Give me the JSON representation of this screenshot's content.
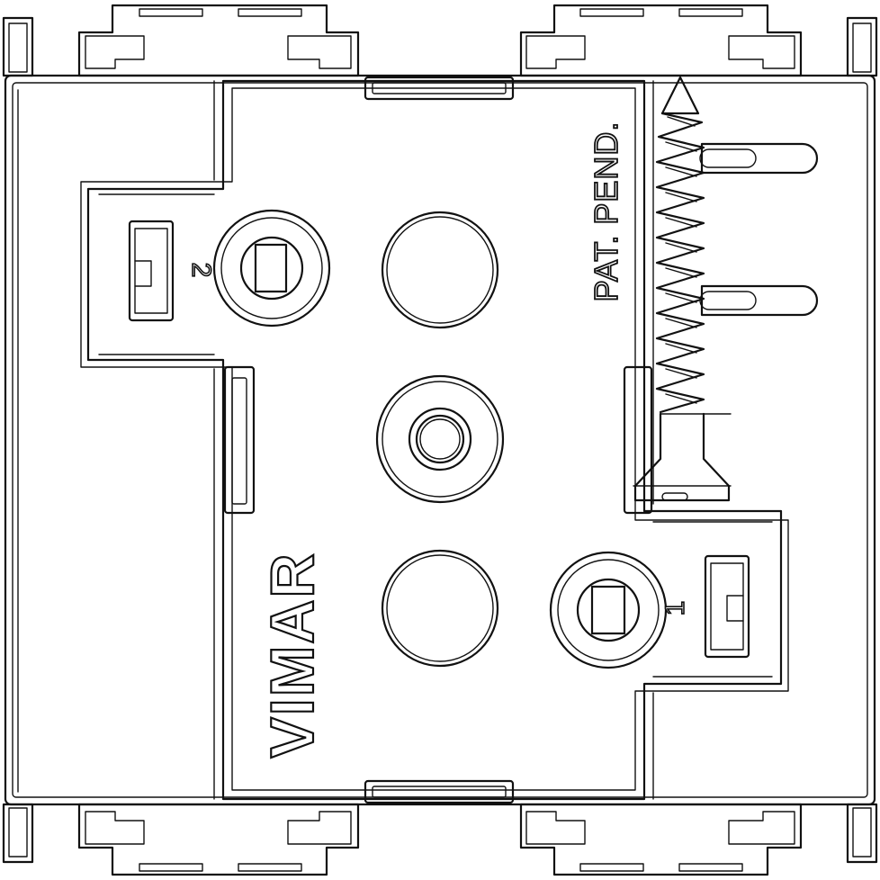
{
  "brand": "VIMAR",
  "patent_note": "PAT. PEND.",
  "terminals": {
    "terminal_1": "1",
    "terminal_2": "2"
  },
  "line_color": "#111111",
  "background_color": "#ffffff"
}
